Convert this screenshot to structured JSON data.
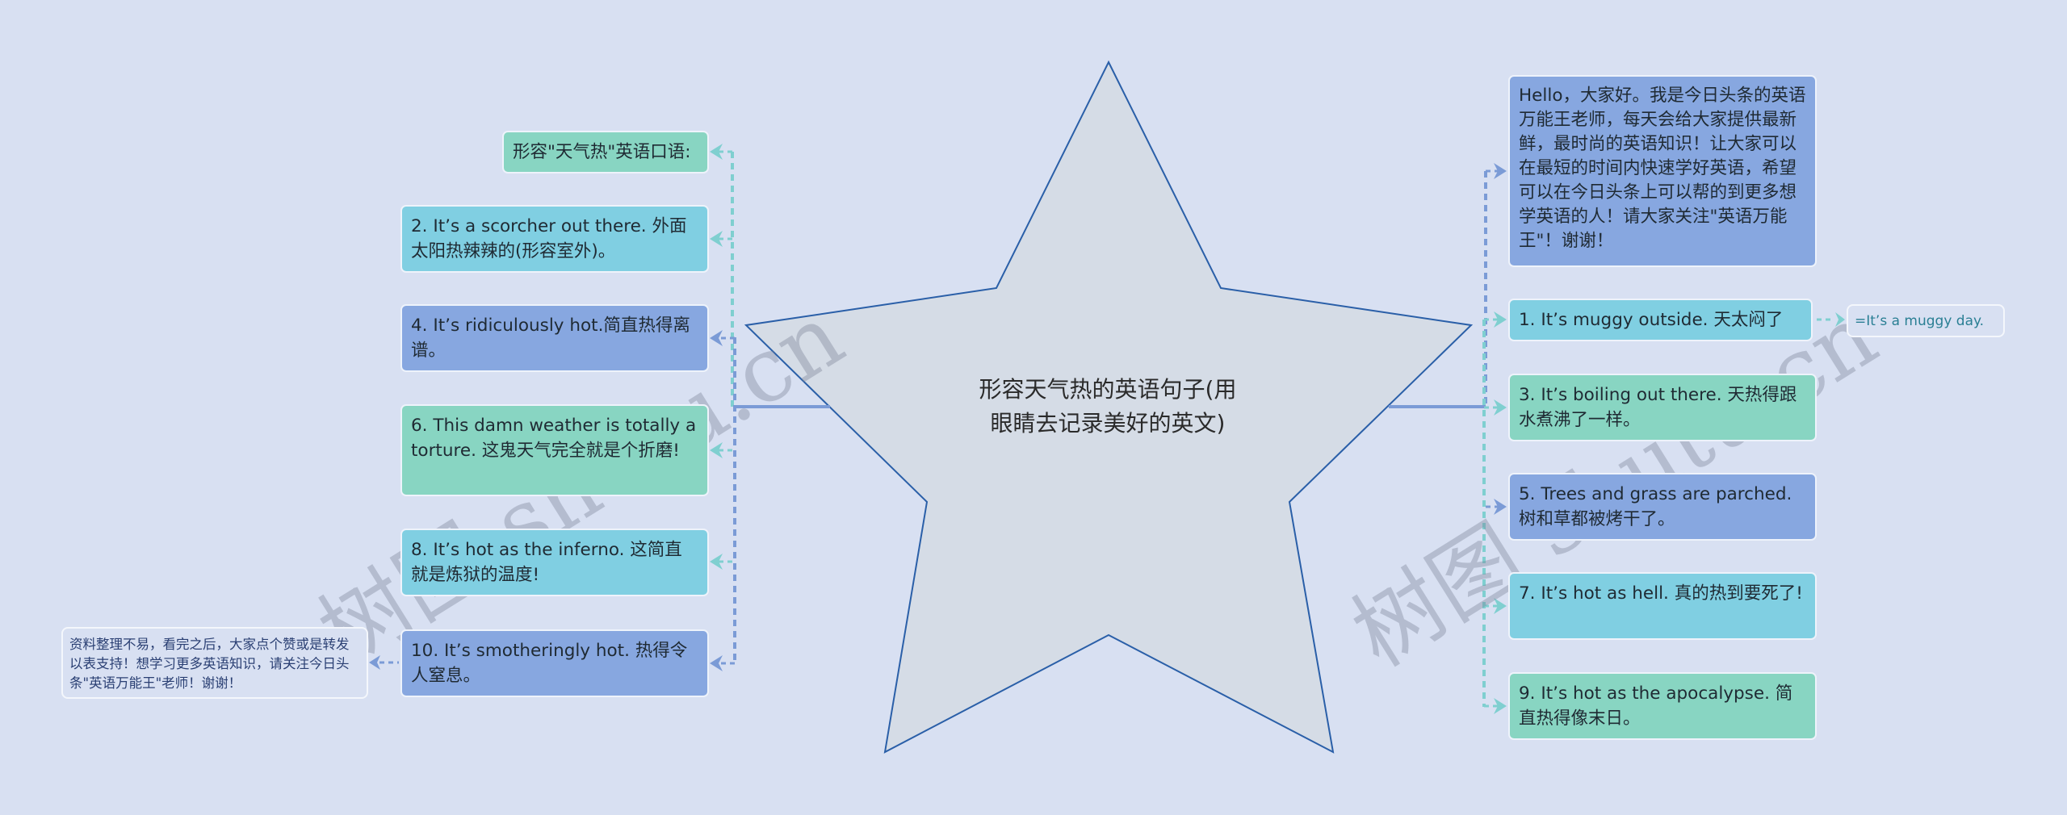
{
  "colors": {
    "background": "#d8e0f2",
    "green_node": "#88d5c2",
    "cyan_node": "#80cfe2",
    "blue_node": "#87a7e0",
    "star_fill": "#d5dce6",
    "star_stroke": "#2a5fa8",
    "connector_blue": "#7b9bd6",
    "connector_teal": "#7fcfd0"
  },
  "center": {
    "title_line1": "形容天气热的英语句子(用",
    "title_line2": "眼睛去记录美好的英文)"
  },
  "left_branch": {
    "items": [
      {
        "id": "intro",
        "text": "形容\"天气热\"英语口语:",
        "color": "green"
      },
      {
        "id": "item2",
        "text": "2. It’s a scorcher out there. 外面太阳热辣辣的(形容室外)。",
        "color": "cyan"
      },
      {
        "id": "item4",
        "text": "4. It’s ridiculously hot.简直热得离谱。",
        "color": "blue"
      },
      {
        "id": "item6",
        "text": "6. This damn weather is totally a torture. 这鬼天气完全就是个折磨!",
        "color": "green"
      },
      {
        "id": "item8",
        "text": "8. It’s hot as the inferno. 这简直就是炼狱的温度!",
        "color": "cyan"
      },
      {
        "id": "item10",
        "text": "10. It’s smotheringly hot. 热得令人窒息。",
        "color": "blue"
      }
    ],
    "note": "资料整理不易，看完之后，大家点个赞或是转发以表支持！想学习更多英语知识，请关注今日头条\"英语万能王\"老师！谢谢！"
  },
  "right_branch": {
    "items": [
      {
        "id": "hello",
        "text": "Hello，大家好。我是今日头条的英语万能王老师，每天会给大家提供最新鲜，最时尚的英语知识！让大家可以在最短的时间内快速学好英语，希望可以在今日头条上可以帮的到更多想学英语的人！请大家关注\"英语万能王\"！谢谢！",
        "color": "blue"
      },
      {
        "id": "item1",
        "text": "1. It’s muggy outside. 天太闷了",
        "color": "cyan"
      },
      {
        "id": "item3",
        "text": "3. It’s boiling out there. 天热得跟水煮沸了一样。",
        "color": "green"
      },
      {
        "id": "item5",
        "text": "5. Trees and grass are parched. 树和草都被烤干了。",
        "color": "blue"
      },
      {
        "id": "item7",
        "text": "7. It’s hot as hell. 真的热到要死了!",
        "color": "cyan"
      },
      {
        "id": "item9",
        "text": "9. It’s hot as the apocalypse. 简直热得像末日。",
        "color": "green"
      }
    ],
    "muggy_note": "=It’s a muggy day."
  },
  "watermark": {
    "left": "树图 shutu.cn",
    "right": "树图 shutu.cn"
  }
}
